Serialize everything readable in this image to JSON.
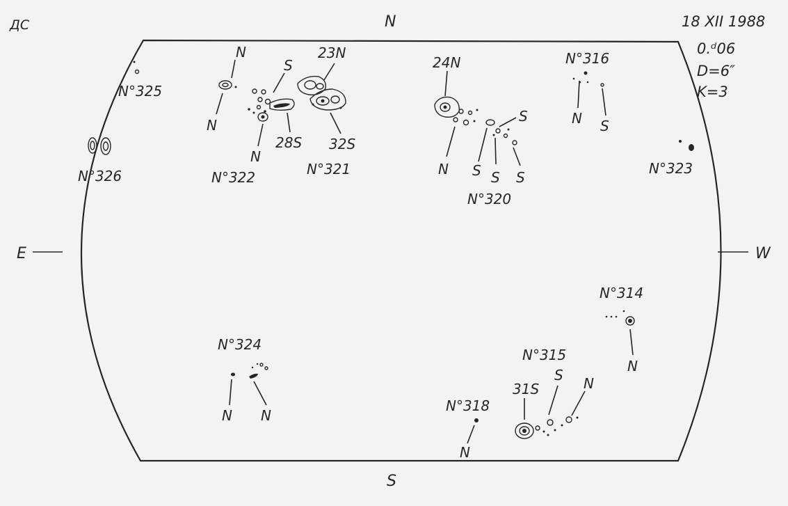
{
  "observatory_mark": "ДС",
  "observation": {
    "date": "18 XII 1988",
    "time": "0.ᵈ06",
    "diameter": "D=6″",
    "quality": "K=3"
  },
  "directions": {
    "north": "N",
    "south": "S",
    "east": "E",
    "west": "W"
  },
  "groups": [
    {
      "id": "g325",
      "label": "N°325"
    },
    {
      "id": "g326",
      "label": "N°326"
    },
    {
      "id": "g322",
      "label": "N°322",
      "poles": [
        "N",
        "N",
        "N",
        "S"
      ],
      "latitude": "28S"
    },
    {
      "id": "g321",
      "label": "N°321",
      "latitudes": [
        "23N",
        "32S"
      ]
    },
    {
      "id": "g320",
      "label": "N°320",
      "poles": [
        "N",
        "S",
        "S",
        "S",
        "S"
      ],
      "latitude": "24N"
    },
    {
      "id": "g316",
      "label": "N°316",
      "poles": [
        "N",
        "S"
      ]
    },
    {
      "id": "g323",
      "label": "N°323"
    },
    {
      "id": "g314",
      "label": "N°314",
      "poles": [
        "N"
      ]
    },
    {
      "id": "g315",
      "label": "N°315",
      "poles": [
        "S",
        "N"
      ],
      "latitude": "31S"
    },
    {
      "id": "g318",
      "label": "N°318",
      "poles": [
        "N"
      ]
    },
    {
      "id": "g324",
      "label": "N°324",
      "poles": [
        "N",
        "N"
      ]
    }
  ]
}
